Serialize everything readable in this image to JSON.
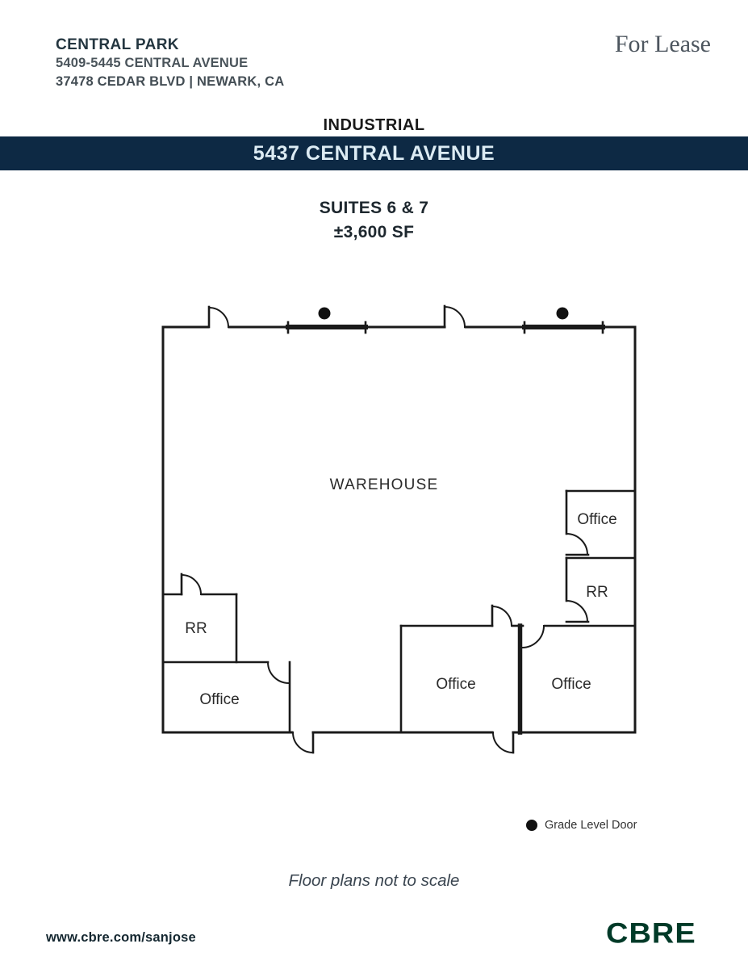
{
  "header": {
    "property_name": "CENTRAL PARK",
    "address_line1": "5409-5445 CENTRAL AVENUE",
    "address_line2": "37478 CEDAR BLVD |  NEWARK, CA",
    "lease_label": "For Lease",
    "category": "INDUSTRIAL",
    "banner_address": "5437 CENTRAL AVENUE"
  },
  "suite": {
    "title": "SUITES 6 & 7",
    "size": "±3,600 SF"
  },
  "floor_plan": {
    "warehouse": "WAREHOUSE",
    "office_top_right": "Office",
    "rr_right": "RR",
    "rr_left": "RR",
    "office_bottom_left": "Office",
    "office_middle": "Office",
    "office_bottom_right": "Office",
    "grade_level_door_count": 2
  },
  "legend": {
    "grade_level_door": "Grade Level Door"
  },
  "notes": {
    "scale_note": "Floor plans not to scale"
  },
  "footer": {
    "website": "www.cbre.com/sanjose",
    "logo": "CBRE"
  },
  "colors": {
    "banner_navy": "#0d2944",
    "cbre_green": "#003a28",
    "plan_line": "#1a1a1a",
    "banner_text": "#dcebf3"
  }
}
